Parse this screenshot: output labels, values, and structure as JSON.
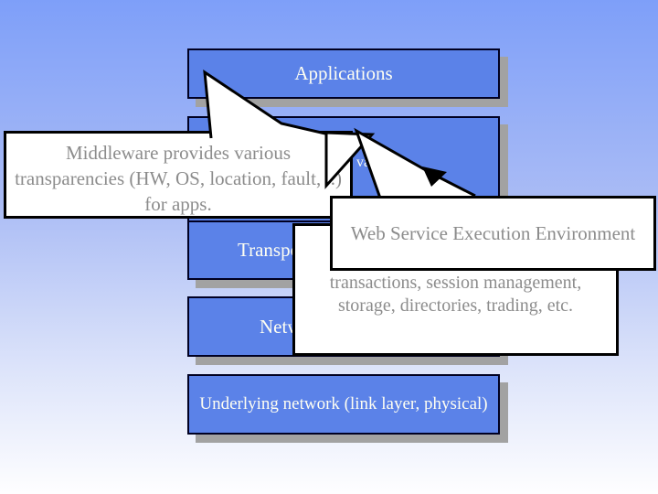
{
  "slide": {
    "colors": {
      "background_top": "#7e9ff9",
      "background_bottom": "#fefeff",
      "layer_box_fill": "#5b82e8",
      "layer_box_border": "#000022",
      "layer_box_shadow": "#a2a2a2",
      "layer_box_text": "#fffff2",
      "callout_fill": "#ffffff",
      "callout_border": "#000000",
      "callout_text": "#8c8c8c"
    },
    "stack": {
      "applications_label": "Applications",
      "middleware_label_fragment": "va",
      "transport_label": "Transport",
      "network_label": "Network",
      "underlying_label": "Underlying network (link layer, physical)"
    },
    "middleware_callout": {
      "line1": "Middleware provides various",
      "line2": "transparencies (HW, OS, location, fault, ..)",
      "line3": "for apps."
    },
    "wsee_callout": {
      "title": "Web Service Execution Environment"
    },
    "services_callout": {
      "line1": "transactions, session management,",
      "line2": "storage, directories, trading, etc."
    }
  }
}
